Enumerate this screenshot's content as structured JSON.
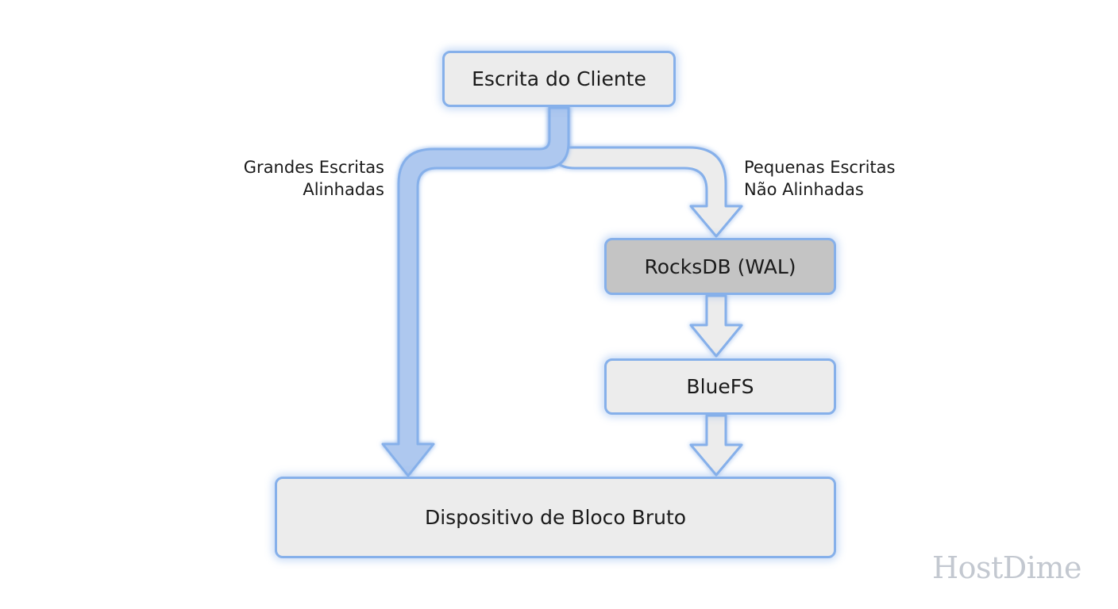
{
  "nodes": {
    "client": "Escrita do Cliente",
    "rocksdb": "RocksDB (WAL)",
    "bluefs": "BlueFS",
    "raw_device": "Dispositivo de Bloco Bruto"
  },
  "paths": {
    "large": {
      "line1": "Grandes Escritas",
      "line2": "Alinhadas"
    },
    "small": {
      "line1": "Pequenas Escritas",
      "line2": "Não Alinhadas"
    }
  },
  "watermark": "HostDime",
  "colors": {
    "border": "#86b0ea",
    "large_path_fill": "#aec8ef",
    "small_path_fill": "#ececec",
    "node_fill": "#ececec",
    "rocksdb_fill": "#c4c4c4",
    "watermark": "#c3c8d0"
  }
}
